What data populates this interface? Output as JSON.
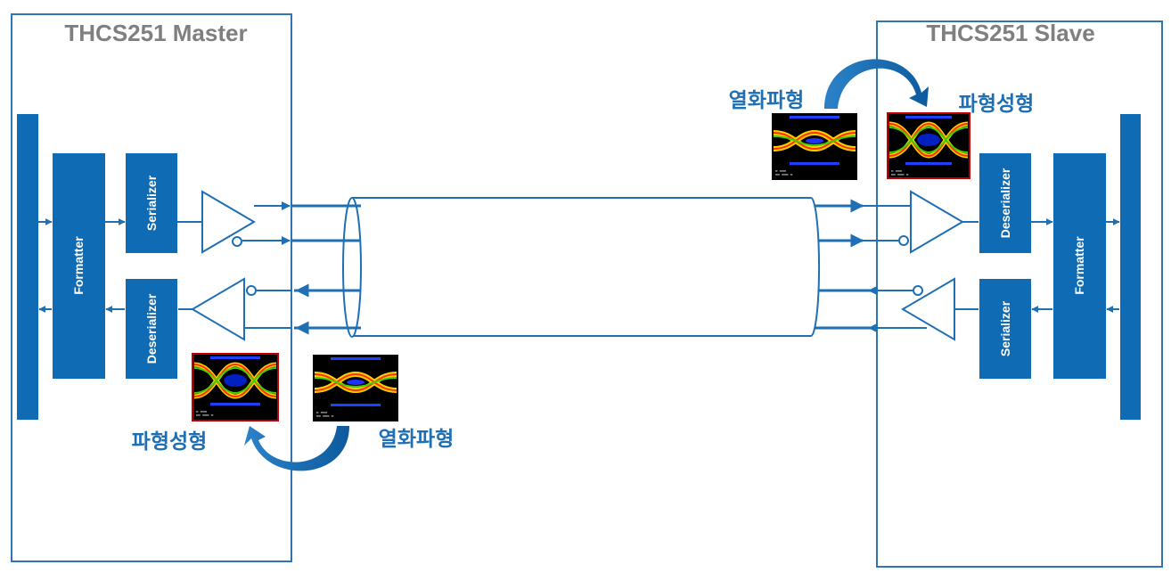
{
  "master": {
    "title": "THCS251 Master"
  },
  "slave": {
    "title": "THCS251 Slave"
  },
  "blocks": {
    "formatter": "Formatter",
    "serializer": "Serializer",
    "deserializer": "Deserializer"
  },
  "labels": {
    "degraded_waveform": "열화파형",
    "shaped_waveform": "파형성형"
  },
  "colors": {
    "block_blue": "#0f6bb4",
    "line_blue": "#1f6fb5",
    "frame_blue": "#2e75b6",
    "title_gray": "#7f7f7f",
    "eye_red_border": "#c00000"
  }
}
